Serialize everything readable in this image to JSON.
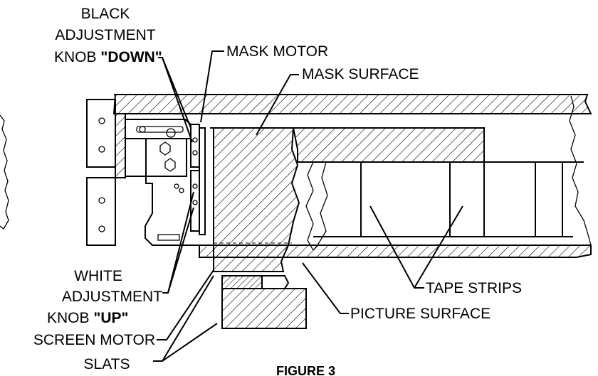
{
  "labels": {
    "black_knob_line1": "BLACK",
    "black_knob_line2": "ADJUSTMENT",
    "black_knob_line3_prefix": "KNOB ",
    "black_knob_line3_bold": "\"DOWN\"",
    "mask_motor": "MASK MOTOR",
    "mask_surface": "MASK SURFACE",
    "white_knob_line1": "WHITE",
    "white_knob_line2": "ADJUSTMENT",
    "white_knob_line3_prefix": "KNOB ",
    "white_knob_line3_bold": "\"UP\"",
    "screen_motor": "SCREEN MOTOR",
    "slats": "SLATS",
    "tape_strips": "TAPE STRIPS",
    "picture_surface": "PICTURE SURFACE",
    "figure_caption": "FIGURE 3"
  }
}
